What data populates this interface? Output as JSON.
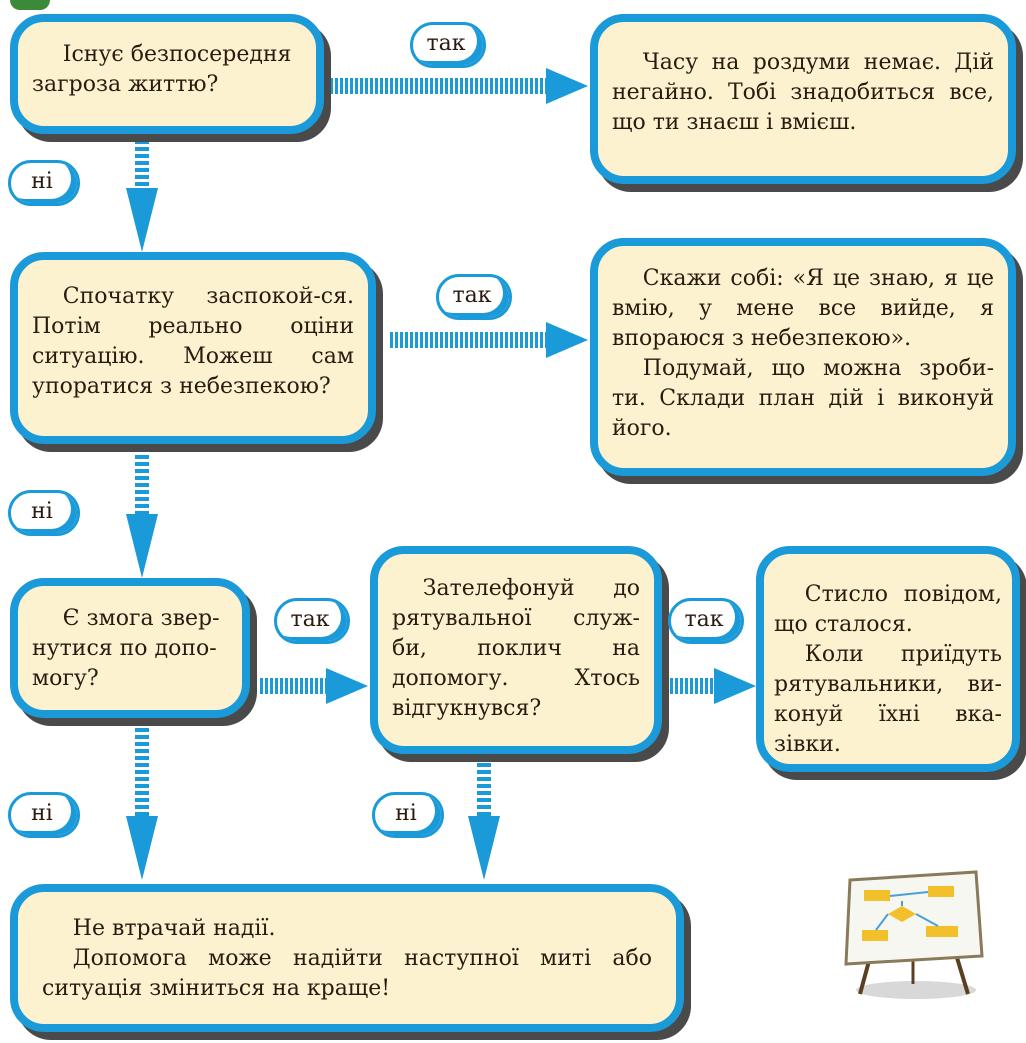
{
  "colors": {
    "accent": "#1a9ad8",
    "box_fill": "#fdf2cf",
    "shadow": "#4a4a4a"
  },
  "labels": {
    "yes": "так",
    "no": "ні"
  },
  "nodes": {
    "threat": {
      "lines": [
        "Існує безпосередня загроза життю?"
      ]
    },
    "act_now": {
      "lines": [
        "Часу на роздуми немає. Дій негайно. Тобі знадобиться все, що ти знаєш і вмієш."
      ]
    },
    "calm_down": {
      "lines": [
        "Спочатку заспокой-ся. Потім реально оціни ситуацію. Можеш сам упоратися з небезпекою?"
      ]
    },
    "self_talk": {
      "lines": [
        "Скажи собі: «Я це знаю, я це вмію, у мене все вийде, я впораюся з небезпекою».",
        "Подумай, що можна зроби-ти. Склади план дій і виконуй його."
      ]
    },
    "ask_help": {
      "lines": [
        "Є змога звер-нутися по допо-могу?"
      ]
    },
    "call_rescue": {
      "lines": [
        "Зателефонуй до рятувальної служ-би, поклич на допомогу. Хтось відгукнувся?"
      ]
    },
    "report": {
      "lines": [
        "Стисло повідом, що сталося.",
        "Коли приїдуть рятувальники, ви-конуй їхні вка-зівки."
      ]
    },
    "hope": {
      "lines": [
        "Не втрачай надії.",
        "Допомога може надійти наступної миті або ситуація зміниться на краще!"
      ]
    }
  },
  "icons": {
    "logo": "green-logo-icon",
    "easel": "flowchart-easel-icon"
  }
}
